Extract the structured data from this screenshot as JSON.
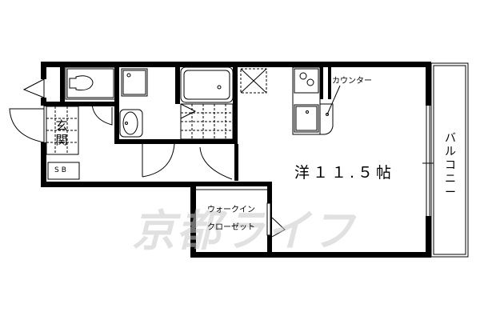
{
  "floor_plan": {
    "rooms": {
      "entrance": "玄\n関",
      "shoe_box": "SB",
      "counter": "カウンター",
      "main_room": "洋１１.５帖",
      "balcony": "バ\nル\nコ\nニ\nー",
      "walk_in_closet_line1": "ウォークイン",
      "walk_in_closet_line2": "クローゼット"
    },
    "watermark": "京都ライフ",
    "colors": {
      "wall": "#000000",
      "background": "#ffffff",
      "watermark": "#c8c8c8"
    }
  }
}
